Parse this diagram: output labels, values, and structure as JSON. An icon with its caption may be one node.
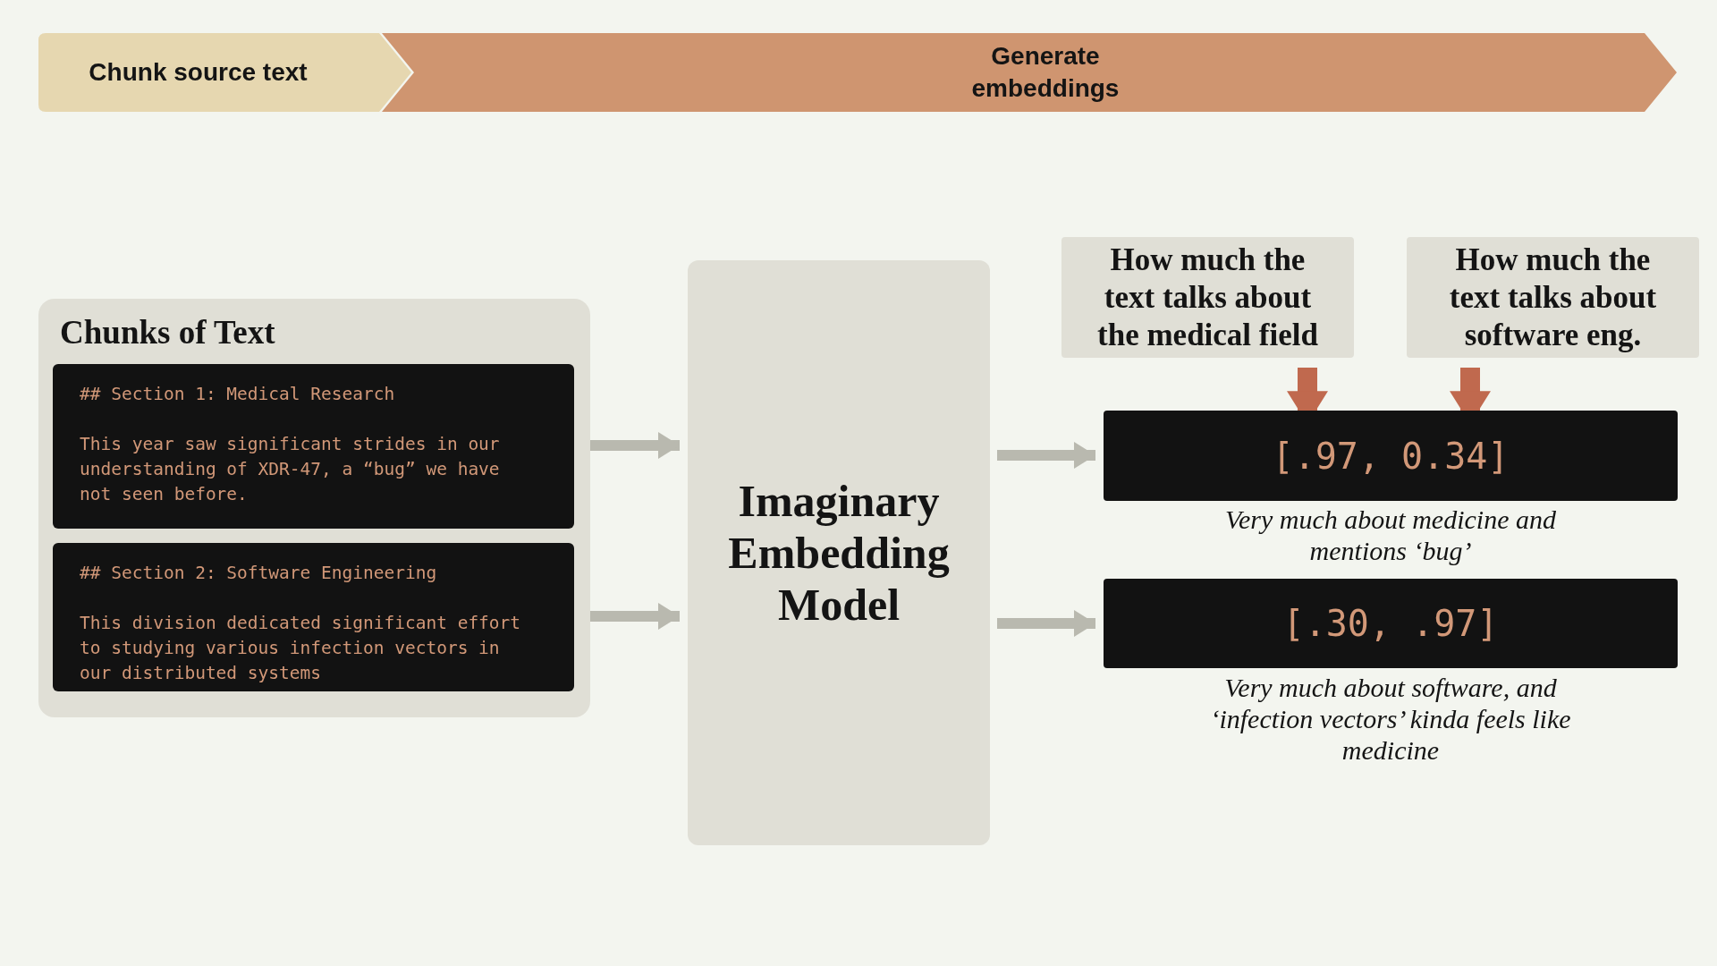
{
  "diagram": {
    "nodes": [
      {
        "text": [
          "Chunk source text"
        ]
      },
      {
        "text": [
          "Generate embeddings"
        ]
      },
      {
        "text": [
          "Chunks of Text"
        ]
      },
      {
        "text": [
          "## Section 1: Medical Research",
          "This year saw significant strides in our understanding of XDR-47, a “bug” we have not seen before."
        ],
        "in": 2
      },
      {
        "text": [
          "## Section 2: Software Engineering",
          "This division dedicated significant effort to studying various infection vectors in our distributed systems"
        ],
        "in": 2
      },
      {
        "text": [
          "Imaginary Embedding Model"
        ]
      },
      {
        "text": [
          "How much the text talks about the medical field"
        ]
      },
      {
        "text": [
          "How much the text talks about software eng."
        ]
      },
      {
        "text": [
          "[.97, 0.34]"
        ],
        "beside": [
          "Very much about medicine and mentions ‘bug’"
        ]
      },
      {
        "text": [
          "[.30, .97]"
        ],
        "beside": [
          "Very much about software, and ‘infection vectors’ kinda feels like medicine"
        ]
      }
    ],
    "edges": [
      {
        "from": 3,
        "to": 5,
        "arrow": "to"
      },
      {
        "from": 4,
        "to": 5,
        "arrow": "to"
      },
      {
        "from": 5,
        "to": 8,
        "arrow": "to"
      },
      {
        "from": 5,
        "to": 9,
        "arrow": "to"
      },
      {
        "from": 6,
        "to": 8,
        "arrow": "to",
        "style": "thick",
        "color": "#c0694e"
      },
      {
        "from": 7,
        "to": 8,
        "arrow": "to",
        "style": "thick",
        "color": "#c0694e"
      }
    ]
  }
}
